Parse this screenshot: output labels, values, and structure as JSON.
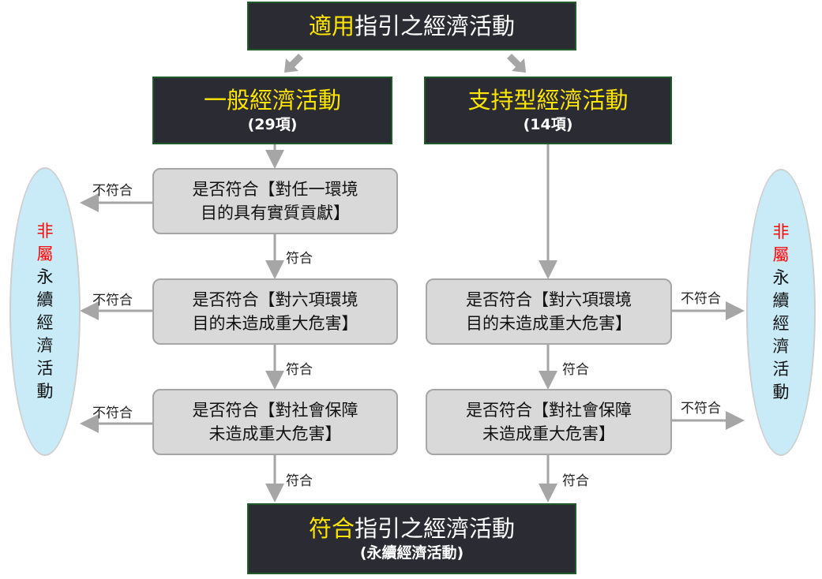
{
  "top": {
    "highlight": "適用",
    "rest": "指引之經濟活動"
  },
  "general": {
    "title": "一般經濟活動",
    "count": "(29項)"
  },
  "supporting": {
    "title": "支持型經濟活動",
    "count": "(14項)"
  },
  "checks": {
    "contribution": [
      "是否符合【對任一環境",
      "目的具有實質貢獻】"
    ],
    "dnsh": [
      "是否符合【對六項環境",
      "目的未造成重大危害】"
    ],
    "social": [
      "是否符合【對社會保障",
      "未造成重大危害】"
    ]
  },
  "labels": {
    "pass": "符合",
    "fail": "不符合"
  },
  "non": {
    "red": [
      "非",
      "屬"
    ],
    "rest": [
      "永",
      "續",
      "經",
      "濟",
      "活",
      "動"
    ]
  },
  "bottom": {
    "highlight": "符合",
    "rest": "指引之經濟活動",
    "sub": "(永續經濟活動)"
  }
}
